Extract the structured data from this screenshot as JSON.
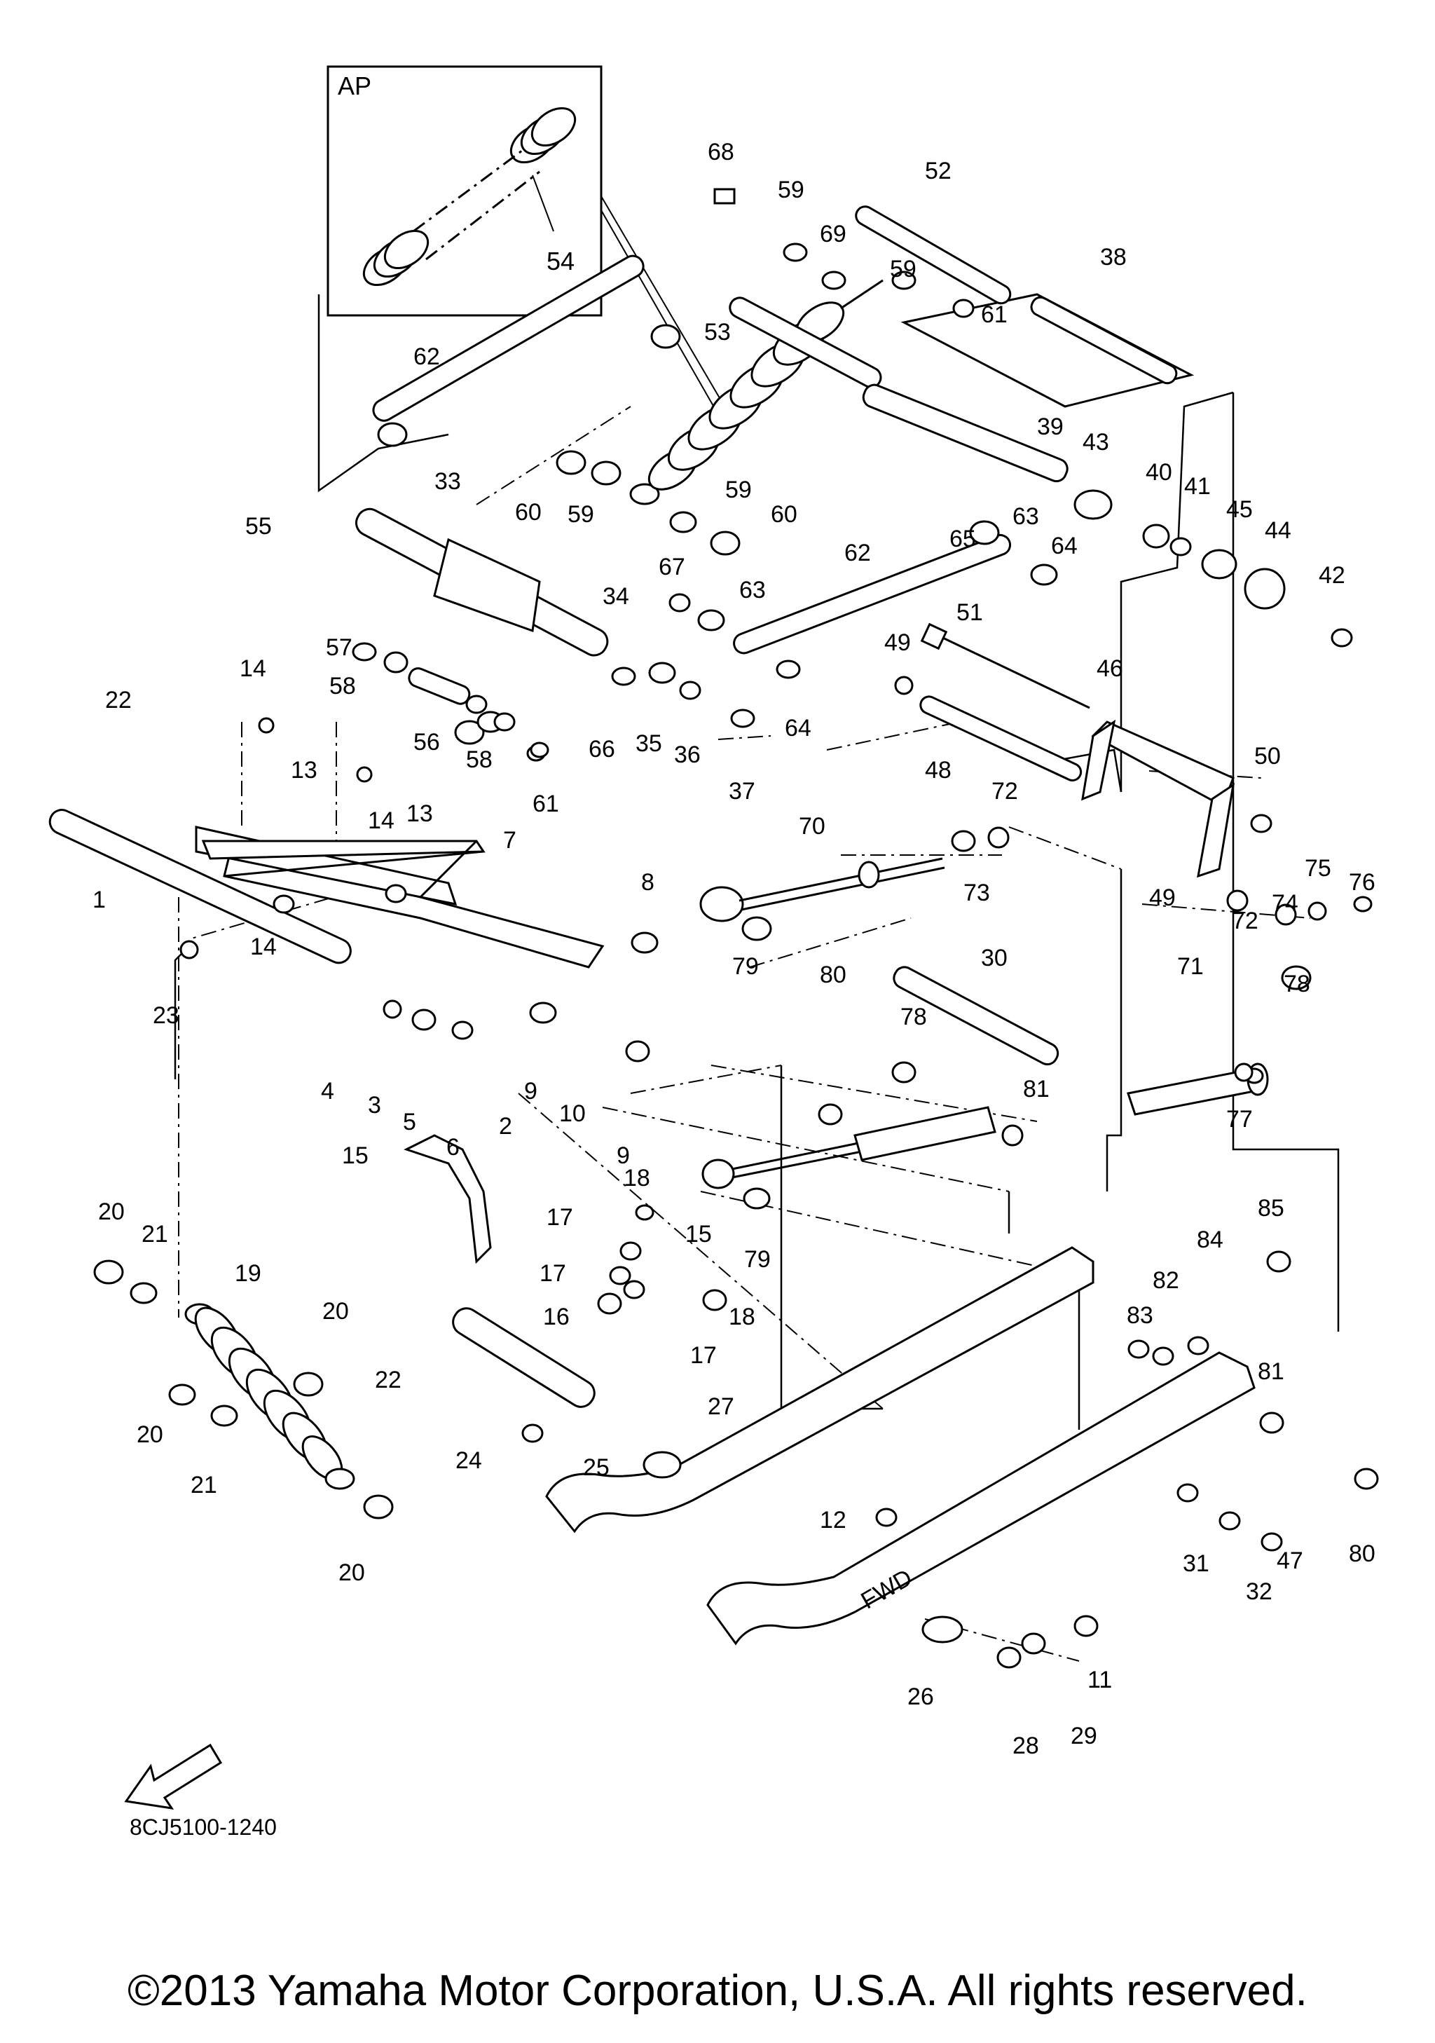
{
  "inset": {
    "label": "AP",
    "part": "54"
  },
  "reference_code": "8CJ5100-1240",
  "fwd_label": "FWD",
  "copyright": "©2013 Yamaha Motor Corporation, U.S.A. All rights reserved.",
  "callouts": {
    "p1": "1",
    "p2": "2",
    "p3": "3",
    "p4": "4",
    "p5": "5",
    "p6": "6",
    "p7": "7",
    "p8": "8",
    "p9a": "9",
    "p9b": "9",
    "p10": "10",
    "p11": "11",
    "p12": "12",
    "p13a": "13",
    "p13b": "13",
    "p14a": "14",
    "p14b": "14",
    "p14c": "14",
    "p15a": "15",
    "p15b": "15",
    "p16": "16",
    "p17a": "17",
    "p17b": "17",
    "p17c": "17",
    "p18a": "18",
    "p18b": "18",
    "p19": "19",
    "p20a": "20",
    "p20b": "20",
    "p20c": "20",
    "p20d": "20",
    "p21a": "21",
    "p21b": "21",
    "p22a": "22",
    "p22b": "22",
    "p23": "23",
    "p24": "24",
    "p25": "25",
    "p26": "26",
    "p27": "27",
    "p28": "28",
    "p29": "29",
    "p30": "30",
    "p31": "31",
    "p32": "32",
    "p33": "33",
    "p34": "34",
    "p35": "35",
    "p36": "36",
    "p37": "37",
    "p38": "38",
    "p39": "39",
    "p40": "40",
    "p41": "41",
    "p42": "42",
    "p43": "43",
    "p44": "44",
    "p45": "45",
    "p46": "46",
    "p47": "47",
    "p48": "48",
    "p49a": "49",
    "p49b": "49",
    "p50": "50",
    "p51": "51",
    "p52": "52",
    "p53": "53",
    "p55": "55",
    "p56": "56",
    "p57": "57",
    "p58a": "58",
    "p58b": "58",
    "p59a": "59",
    "p59b": "59",
    "p59c": "59",
    "p59d": "59",
    "p60a": "60",
    "p60b": "60",
    "p61a": "61",
    "p61b": "61",
    "p62a": "62",
    "p62b": "62",
    "p63a": "63",
    "p63b": "63",
    "p64a": "64",
    "p64b": "64",
    "p65": "65",
    "p66": "66",
    "p67": "67",
    "p68": "68",
    "p69": "69",
    "p70": "70",
    "p71": "71",
    "p72a": "72",
    "p72b": "72",
    "p73": "73",
    "p74": "74",
    "p75": "75",
    "p76": "76",
    "p77": "77",
    "p78a": "78",
    "p78b": "78",
    "p79a": "79",
    "p79b": "79",
    "p80a": "80",
    "p80b": "80",
    "p81a": "81",
    "p81b": "81",
    "p82": "82",
    "p83": "83",
    "p84": "84",
    "p85": "85"
  }
}
